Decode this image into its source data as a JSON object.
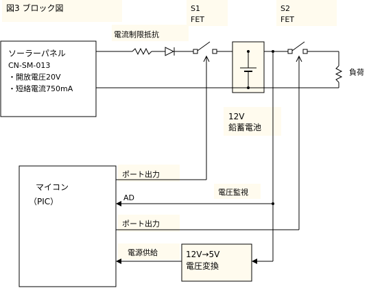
{
  "title": "図3 ブロック図",
  "switches": {
    "s1_label": "S1",
    "s1_type": "FET",
    "s2_label": "S2",
    "s2_type": "FET"
  },
  "resistor_label": "電流制限抵抗",
  "solar_panel": {
    "line1": "ソーラーパネル",
    "line2": "CN-SM-013",
    "line3": "・開放電圧20V",
    "line4": "・短絡電流750mA"
  },
  "battery": {
    "voltage": "12V",
    "type": "鉛蓄電池"
  },
  "load_label": "負荷",
  "mcu": {
    "line1": "マイコン",
    "line2": "（PIC）"
  },
  "signals": {
    "port_out_1": "ポート出力",
    "ad": "AD",
    "voltage_monitor": "電圧監視",
    "port_out_2": "ポート出力",
    "power_supply": "電源供給"
  },
  "converter": {
    "line1": "12V→5V",
    "line2": "電圧変換"
  },
  "colors": {
    "label_background": "#fffbee",
    "line": "#000000",
    "background": "#ffffff"
  }
}
